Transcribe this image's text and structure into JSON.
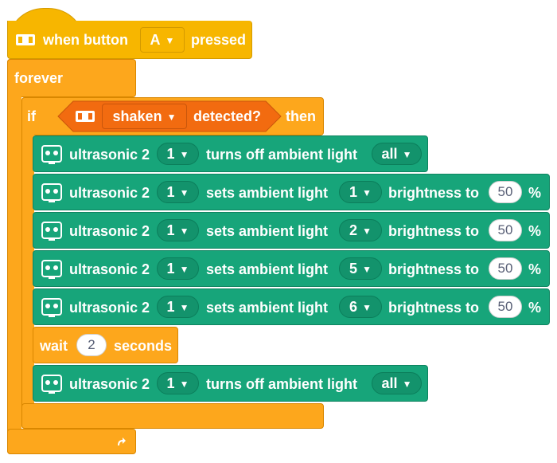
{
  "hat": {
    "label_when": "when button",
    "button_value": "A",
    "label_pressed": "pressed"
  },
  "forever": {
    "label": "forever"
  },
  "if_block": {
    "label_if": "if",
    "sensor_value": "shaken",
    "label_detected": "detected?",
    "label_then": "then"
  },
  "ultrasonic": {
    "name": "ultrasonic 2",
    "port": "1",
    "turns_off_label": "turns off ambient light",
    "all_label": "all",
    "sets_label": "sets ambient light",
    "brightness_label": "brightness to",
    "percent": "%"
  },
  "set_blocks": [
    {
      "light": "1",
      "brightness": "50"
    },
    {
      "light": "2",
      "brightness": "50"
    },
    {
      "light": "5",
      "brightness": "50"
    },
    {
      "light": "6",
      "brightness": "50"
    }
  ],
  "wait_block": {
    "label_wait": "wait",
    "value": "2",
    "label_seconds": "seconds"
  },
  "colors": {
    "event": "#f7b600",
    "control": "#fda71c",
    "sensing": "#f26b10",
    "extension": "#17a57a"
  },
  "icons": {
    "board": "board-icon",
    "ultrasonic": "ultrasonic-sensor-icon",
    "loop": "loop-arrow-icon",
    "dropdown": "caret-down-icon"
  }
}
